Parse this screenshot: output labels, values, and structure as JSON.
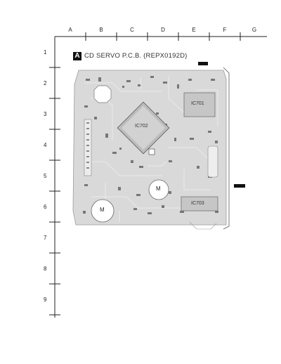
{
  "columns": [
    "A",
    "B",
    "C",
    "D",
    "E",
    "F",
    "G"
  ],
  "rows": [
    "1",
    "2",
    "3",
    "4",
    "5",
    "6",
    "7",
    "8",
    "9"
  ],
  "header": {
    "badge": "A",
    "title": "CD SERVO P.C.B. (REPX0192D)"
  },
  "components": {
    "ic_main": "IC702",
    "ic_top_right": "IC701",
    "ic_bottom_right": "IC703",
    "motor_center": "M",
    "motor_left": "M"
  },
  "colors": {
    "board": "#d9d9d9",
    "ink": "#111111",
    "trace": "#f4f4f4"
  }
}
